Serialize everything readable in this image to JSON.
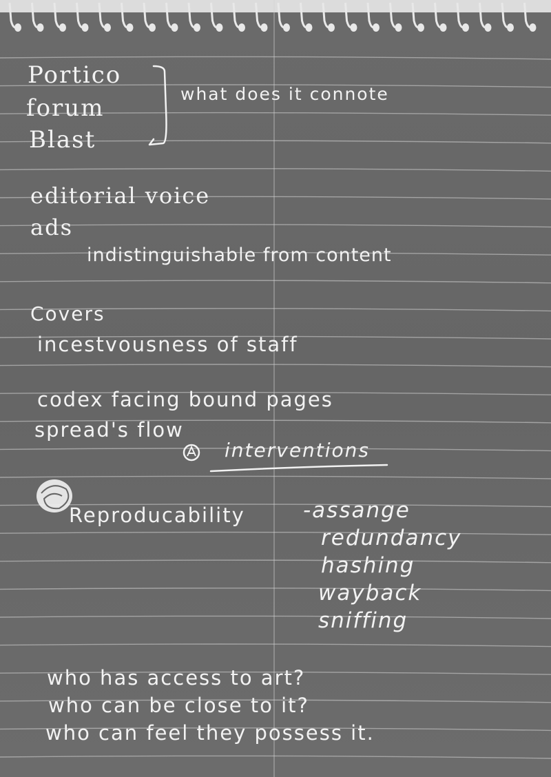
{
  "notes": {
    "line_portico": "Portico",
    "line_forum": "forum",
    "line_blast": "Blast",
    "bracket_note": "what does it connote",
    "line_editorial": "editorial voice",
    "line_ads": "ads",
    "line_indistinguishable": "indistinguishable from content",
    "line_covers": "Covers",
    "line_incestuousness": "incestvousness of staff",
    "line_codex": "codex facing bound pages",
    "line_spreads": "spread's flow",
    "line_interventions": "interventions",
    "line_reproducability": "Reproducability",
    "list": [
      "-assange",
      "redundancy",
      "hashing",
      "wayback",
      "sniffing"
    ],
    "line_q1": "who has access to art?",
    "line_q2": "who can be close to it?",
    "line_q3": "who can feel they possess it."
  },
  "colors": {
    "paper": "#666666",
    "ink": "#f2f2f2",
    "rule": "#bdbdbd"
  }
}
